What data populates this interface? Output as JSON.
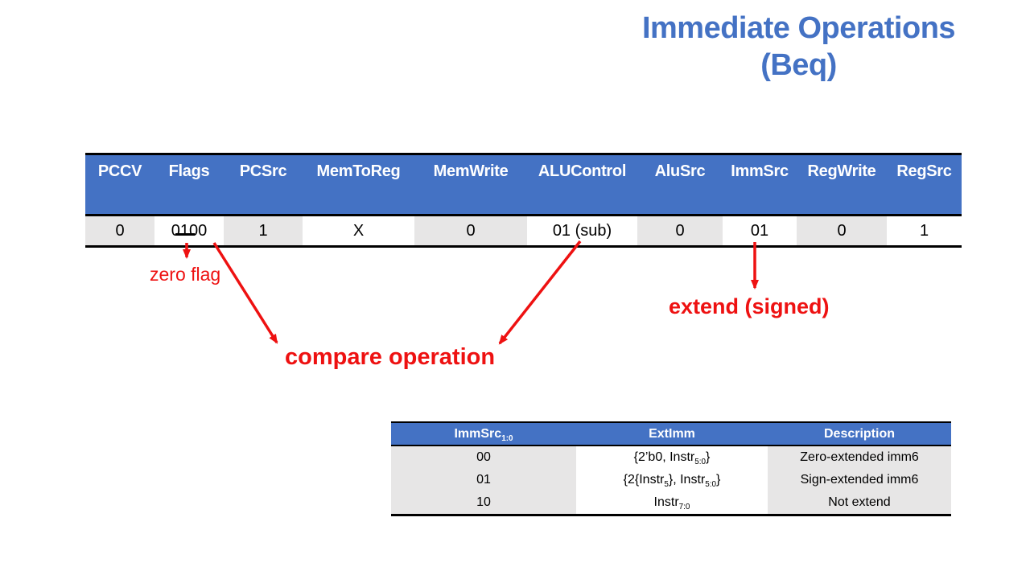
{
  "title": {
    "line1": "Immediate Operations",
    "line2": "(Beq)"
  },
  "control_table": {
    "columns": [
      "PCCV",
      "Flags",
      "PCSrc",
      "MemToReg",
      "MemWrite",
      "ALUControl",
      "AluSrc",
      "ImmSrc",
      "RegWrite",
      "RegSrc"
    ],
    "values": [
      "0",
      "0100",
      "1",
      "X",
      "0",
      "01 (sub)",
      "0",
      "01",
      "0",
      "1"
    ]
  },
  "annotations": {
    "zero_flag": "zero flag",
    "compare_operation": "compare operation",
    "extend_signed": "extend (signed)"
  },
  "immsrc_table": {
    "headers": [
      {
        "parts": [
          {
            "t": "ImmSrc"
          },
          {
            "t": "1:0",
            "sub": true
          }
        ]
      },
      {
        "parts": [
          {
            "t": "ExtImm"
          }
        ]
      },
      {
        "parts": [
          {
            "t": "Description"
          }
        ]
      }
    ],
    "rows": [
      {
        "cells": [
          {
            "parts": [
              {
                "t": "00"
              }
            ]
          },
          {
            "parts": [
              {
                "t": "{2’b0, Instr"
              },
              {
                "t": "5:0",
                "sub": true
              },
              {
                "t": "}"
              }
            ]
          },
          {
            "parts": [
              {
                "t": "Zero-extended imm6"
              }
            ]
          }
        ]
      },
      {
        "cells": [
          {
            "parts": [
              {
                "t": "01"
              }
            ]
          },
          {
            "parts": [
              {
                "t": "{2{Instr"
              },
              {
                "t": "5",
                "sub": true
              },
              {
                "t": "}, Instr"
              },
              {
                "t": "5:0",
                "sub": true
              },
              {
                "t": "}"
              }
            ]
          },
          {
            "parts": [
              {
                "t": "Sign-extended imm6"
              }
            ]
          }
        ]
      },
      {
        "cells": [
          {
            "parts": [
              {
                "t": "10"
              }
            ]
          },
          {
            "parts": [
              {
                "t": "Instr"
              },
              {
                "t": "7:0",
                "sub": true
              }
            ]
          },
          {
            "parts": [
              {
                "t": "Not extend"
              }
            ]
          }
        ]
      }
    ]
  },
  "colors": {
    "accent_blue": "#4472C4",
    "cell_gray": "#E7E6E6",
    "annotation_red": "#EE1111",
    "border_black": "#000000",
    "header_text": "#FFFFFF"
  }
}
